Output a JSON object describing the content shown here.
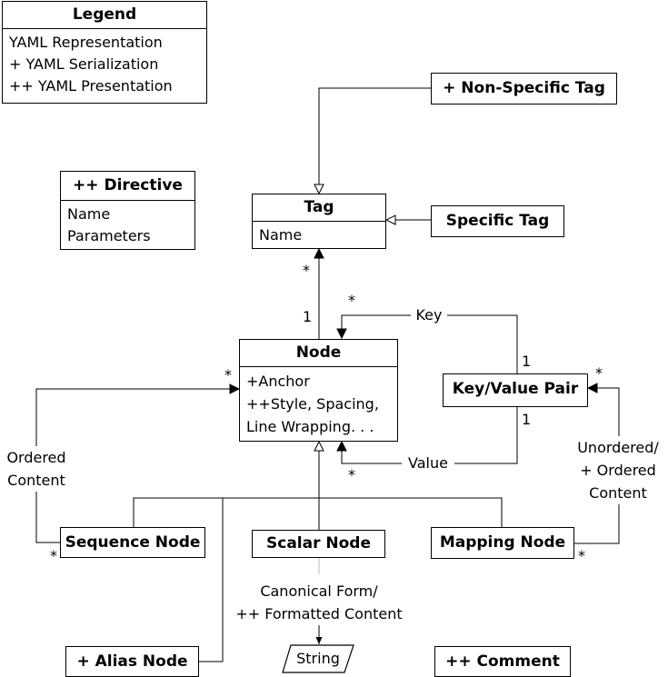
{
  "legend": {
    "title": "Legend",
    "lines": [
      "YAML Representation",
      "+ YAML Serialization",
      "++ YAML Presentation"
    ]
  },
  "boxes": {
    "non_specific_tag": {
      "title": "+ Non-Specific Tag"
    },
    "directive": {
      "title": "++ Directive",
      "attrs": [
        "Name",
        "Parameters"
      ]
    },
    "tag": {
      "title": "Tag",
      "attrs": [
        "Name"
      ]
    },
    "specific_tag": {
      "title": "Specific Tag"
    },
    "node": {
      "title": "Node",
      "attrs": [
        "+Anchor",
        "++Style, Spacing,",
        "Line Wrapping. . ."
      ]
    },
    "key_value_pair": {
      "title": "Key/Value Pair"
    },
    "sequence_node": {
      "title": "Sequence Node"
    },
    "scalar_node": {
      "title": "Scalar Node"
    },
    "mapping_node": {
      "title": "Mapping Node"
    },
    "alias_node": {
      "title": "+ Alias Node"
    },
    "string": {
      "title": "String"
    },
    "comment": {
      "title": "++ Comment"
    }
  },
  "labels": {
    "key": "Key",
    "value": "Value",
    "ordered_content": [
      "Ordered",
      "Content"
    ],
    "unordered_content": [
      "Unordered/",
      "+ Ordered",
      "Content"
    ],
    "canonical_form": [
      "Canonical Form/",
      "++ Formatted Content"
    ]
  },
  "multiplicities": {
    "tag_star": "*",
    "node_one": "1",
    "key_star": "*",
    "kv_key_one": "1",
    "kv_value_one": "1",
    "value_star": "*",
    "node_left_star": "*",
    "kv_right_star": "*",
    "seq_star": "*",
    "map_star": "*"
  }
}
